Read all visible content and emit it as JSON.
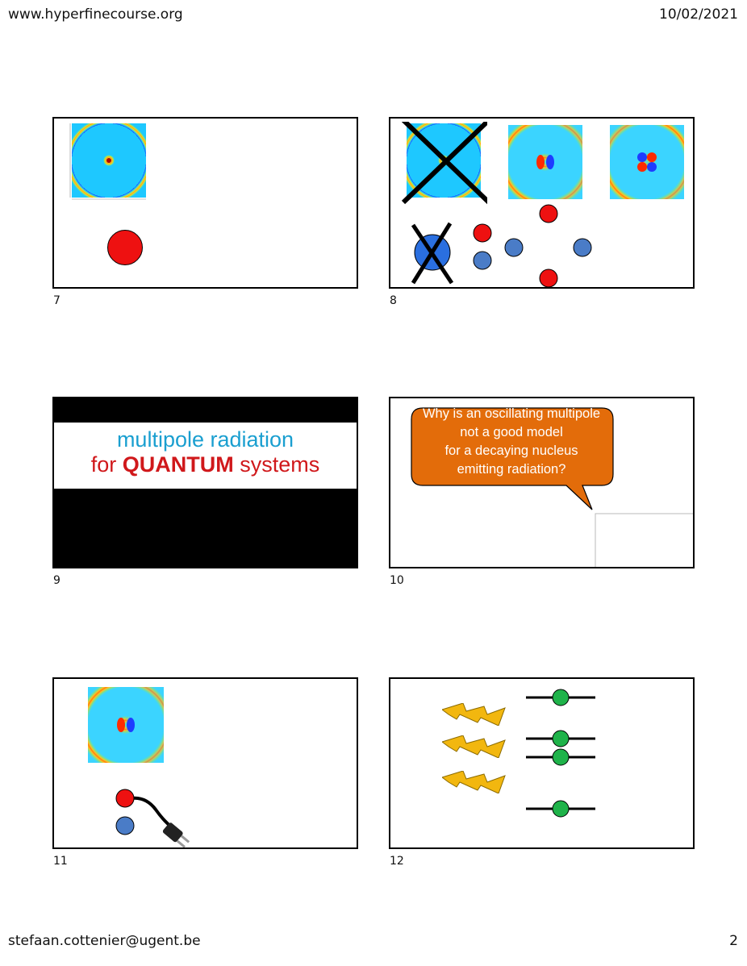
{
  "header": {
    "url": "www.hyperfinecourse.org",
    "date": "10/02/2021"
  },
  "footer": {
    "email": "stefaan.cottenier@ugent.be",
    "page": "2"
  },
  "slides": [
    {
      "number": "7"
    },
    {
      "number": "8"
    },
    {
      "number": "9",
      "title_line1": "multipole radiation",
      "title_for": "for ",
      "title_bold": "QUANTUM",
      "title_rest": " systems"
    },
    {
      "number": "10",
      "bubble_lines": [
        "Why is an oscillating multipole",
        "not a good model",
        "for a decaying nucleus",
        "emitting radiation?"
      ]
    },
    {
      "number": "11"
    },
    {
      "number": "12"
    }
  ],
  "colors": {
    "red": "#ee1111",
    "blue": "#4a7cc7",
    "bright_blue": "#2a6fe0",
    "green": "#1fb34a",
    "orange": "#e36c0a",
    "bolt": "#f2b70f",
    "title_blue": "#1a9fd0",
    "title_red": "#d0181b"
  },
  "icons": [
    "cross-out-icon",
    "lightning-bolt-icon",
    "power-plug-icon",
    "wave-pattern-icon"
  ]
}
